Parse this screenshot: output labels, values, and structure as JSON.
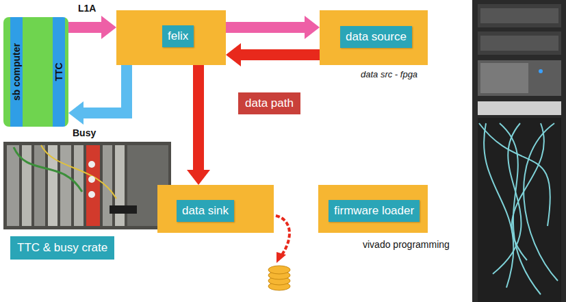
{
  "diagram": {
    "nodes": [
      {
        "text": [
          "sb computer",
          "TTC"
        ]
      },
      {
        "text": [
          "felix"
        ]
      },
      {
        "text": [
          "data source"
        ]
      },
      {
        "text": [
          "data sink"
        ]
      },
      {
        "text": [
          "firmware loader"
        ]
      },
      {
        "text": [
          "TTC & busy crate"
        ]
      }
    ],
    "edges": [
      {
        "from": 0,
        "to": 1,
        "label": "L1A",
        "arrow": "to"
      },
      {
        "from": 1,
        "to": 2,
        "arrow": "to"
      },
      {
        "from": 2,
        "to": 1,
        "label": "data path",
        "arrow": "to"
      },
      {
        "from": 1,
        "to": 3,
        "arrow": "to"
      },
      {
        "from": 1,
        "to": 0,
        "label": "Busy",
        "arrow": "to"
      }
    ],
    "labels": [
      "data src - fpga",
      "vivado programming"
    ]
  }
}
